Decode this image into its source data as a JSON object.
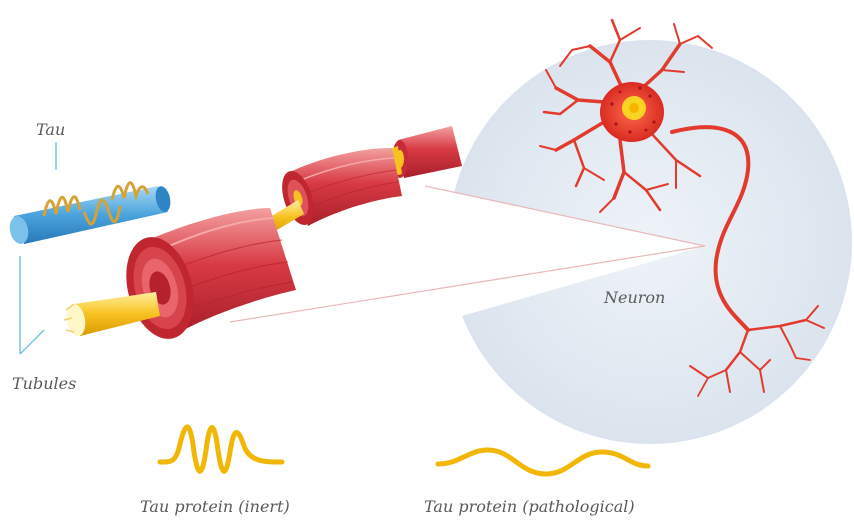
{
  "labels": {
    "tau": "Tau",
    "tubules": "Tubules",
    "neuron": "Neuron",
    "tau_inert": "Tau protein (inert)",
    "tau_pathological": "Tau protein (pathological)"
  },
  "colors": {
    "axon_red": "#d83a44",
    "axon_dark": "#b5222d",
    "axon_light": "#f08a8a",
    "fiber_yellow": "#f7c221",
    "tubule_blue": "#4aa3dc",
    "tau_gold": "#f2b705",
    "circle_fill": "#e4ebf2",
    "neuron_red": "#e23b2e",
    "nucleus_yellow": "#f9d423",
    "callout_line": "#55b8e0"
  }
}
